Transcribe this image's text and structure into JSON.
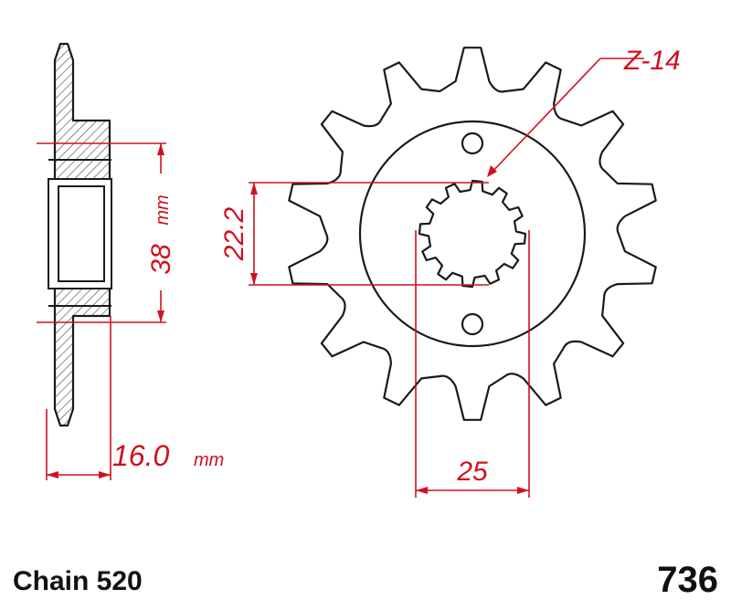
{
  "drawing": {
    "tooth_label": "Z-14",
    "teeth": 14,
    "dimensions": {
      "width": {
        "value": "16.0",
        "unit": "mm"
      },
      "hub": {
        "value": "38",
        "unit": "mm"
      },
      "spline_inner": {
        "value": "22.2"
      },
      "spline_outer": {
        "value": "25"
      }
    },
    "chain_label": "Chain 520",
    "part_number": "736",
    "colors": {
      "outline": "#1a1a1a",
      "dimension": "#d0101e",
      "hatch": "#444444"
    }
  }
}
